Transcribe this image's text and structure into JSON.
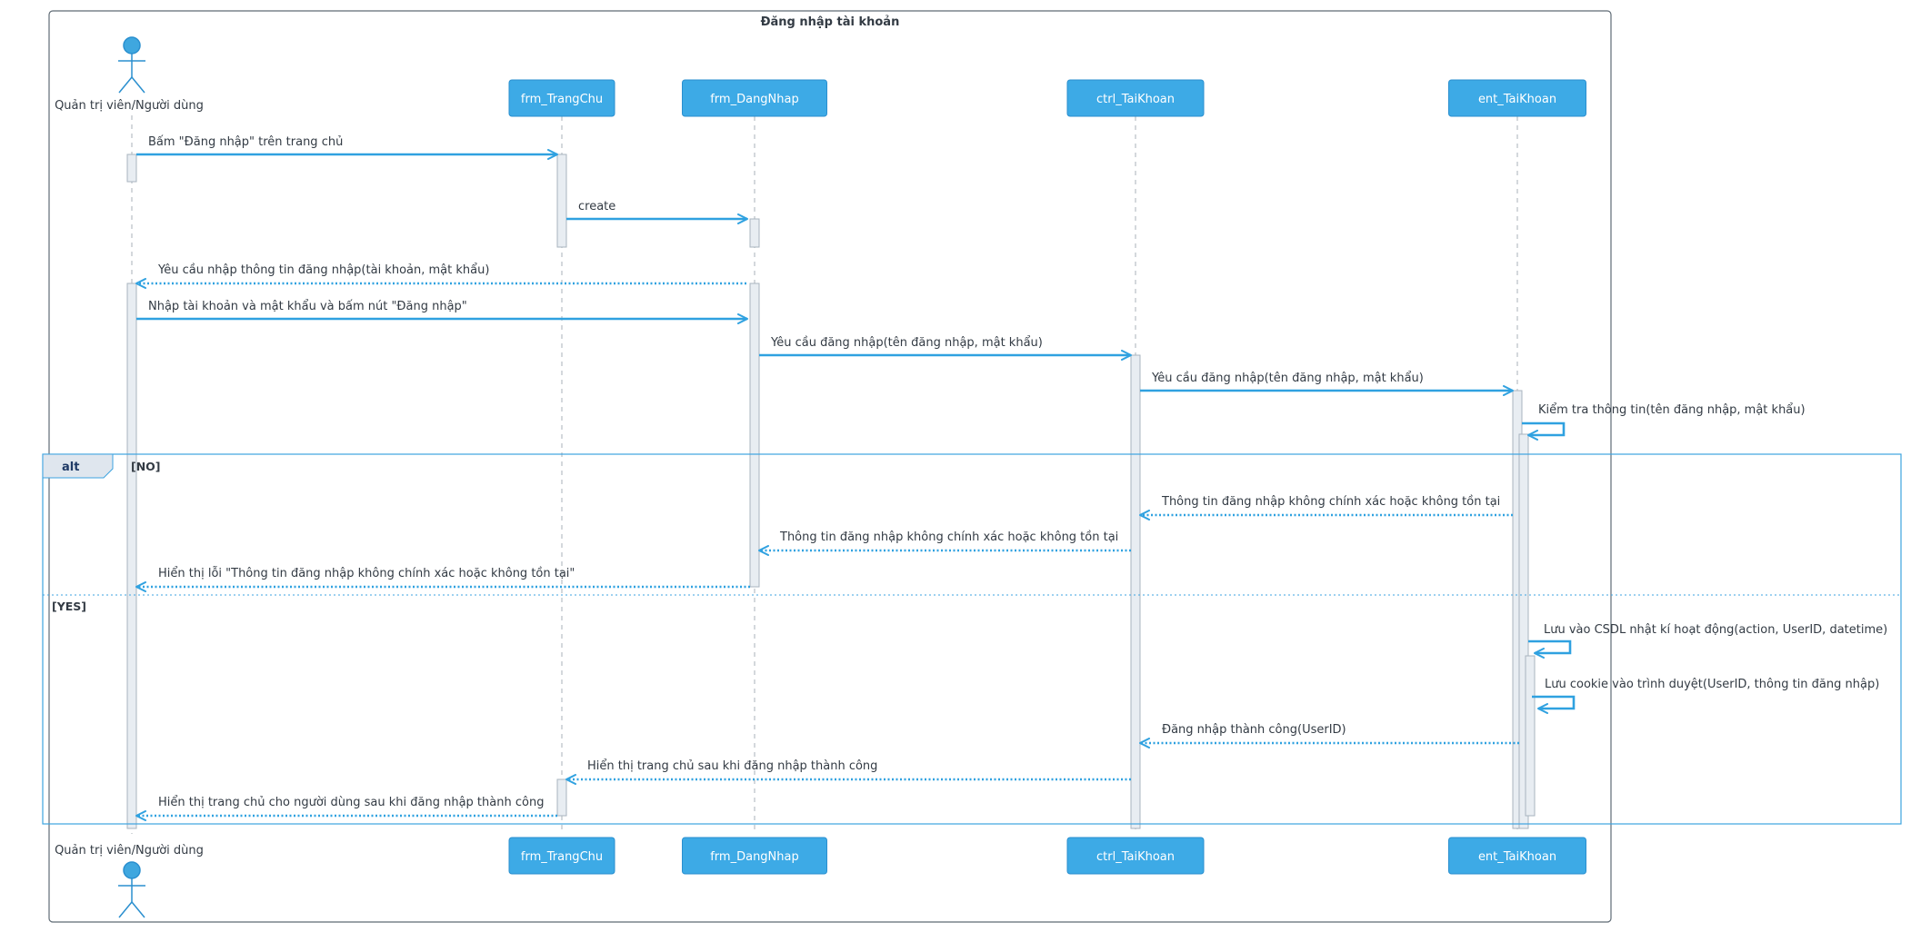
{
  "diagram": {
    "title": "Đăng nhập tài khoản",
    "colors": {
      "arrow": "#2fa1e0",
      "actor_fill": "#3fa7df",
      "actor_stroke": "#2a8fcf",
      "participant_fill": "#3daae6",
      "participant_stroke": "#2a8fcf",
      "participant_text": "#ffffff",
      "activation_fill": "#e8edf2",
      "activation_stroke": "#a8b4bf",
      "lifeline": "#a9b1b8",
      "frame": "#5f6b75",
      "alt_border": "#3da3e0",
      "alt_tab_fill": "#dfe6ee",
      "alt_tab_text": "#1f3a66",
      "text": "#333b44"
    },
    "participants": [
      {
        "id": "user",
        "label": "Quản trị viên/Người dùng",
        "kind": "actor",
        "icon": "actor-icon"
      },
      {
        "id": "trangchu",
        "label": "frm_TrangChu",
        "kind": "participant"
      },
      {
        "id": "dangnhap",
        "label": "frm_DangNhap",
        "kind": "participant"
      },
      {
        "id": "ctrl",
        "label": "ctrl_TaiKhoan",
        "kind": "participant"
      },
      {
        "id": "ent",
        "label": "ent_TaiKhoan",
        "kind": "participant"
      }
    ],
    "messages": [
      {
        "id": "m1",
        "from": "user",
        "to": "trangchu",
        "label": "Bấm \"Đăng nhập\" trên trang chủ",
        "style": "sync"
      },
      {
        "id": "m2",
        "from": "trangchu",
        "to": "dangnhap",
        "label": "create",
        "style": "sync"
      },
      {
        "id": "m3",
        "from": "dangnhap",
        "to": "user",
        "label": "Yêu cầu nhập thông tin đăng nhập(tài khoản, mật khẩu)",
        "style": "reply"
      },
      {
        "id": "m4",
        "from": "user",
        "to": "dangnhap",
        "label": "Nhập tài khoản và mật khẩu và bấm nút \"Đăng nhập\"",
        "style": "sync"
      },
      {
        "id": "m5",
        "from": "dangnhap",
        "to": "ctrl",
        "label": "Yêu cầu đăng nhập(tên đăng nhập, mật khẩu)",
        "style": "sync"
      },
      {
        "id": "m6",
        "from": "ctrl",
        "to": "ent",
        "label": "Yêu cầu đăng nhập(tên đăng nhập, mật khẩu)",
        "style": "sync"
      },
      {
        "id": "m7",
        "from": "ent",
        "to": "ent",
        "label": "Kiểm tra thông tin(tên đăng nhập, mật khẩu)",
        "style": "self"
      },
      {
        "id": "m8",
        "from": "ent",
        "to": "ctrl",
        "label": "Thông tin đăng nhập không chính xác hoặc không tồn tại",
        "style": "reply"
      },
      {
        "id": "m9",
        "from": "ctrl",
        "to": "dangnhap",
        "label": "Thông tin đăng nhập không chính xác hoặc không tồn tại",
        "style": "reply"
      },
      {
        "id": "m10",
        "from": "dangnhap",
        "to": "user",
        "label": "Hiển thị lỗi \"Thông tin đăng nhập không chính xác hoặc không tồn tại\"",
        "style": "reply"
      },
      {
        "id": "m11",
        "from": "ent",
        "to": "ent",
        "label": "Lưu vào CSDL nhật kí hoạt động(action, UserID, datetime)",
        "style": "self"
      },
      {
        "id": "m12",
        "from": "ent",
        "to": "ent",
        "label": "Lưu cookie vào trình duyệt(UserID, thông tin đăng nhập)",
        "style": "self"
      },
      {
        "id": "m13",
        "from": "ent",
        "to": "ctrl",
        "label": "Đăng nhập thành công(UserID)",
        "style": "reply"
      },
      {
        "id": "m14",
        "from": "ctrl",
        "to": "trangchu",
        "label": "Hiển thị trang chủ sau khi đăng nhập thành công",
        "style": "reply"
      },
      {
        "id": "m15",
        "from": "trangchu",
        "to": "user",
        "label": "Hiển thị trang chủ cho người dùng sau khi đăng nhập thành công",
        "style": "reply"
      }
    ],
    "alt": {
      "keyword": "alt",
      "branches": [
        {
          "guard": "[NO]"
        },
        {
          "guard": "[YES]"
        }
      ]
    }
  }
}
